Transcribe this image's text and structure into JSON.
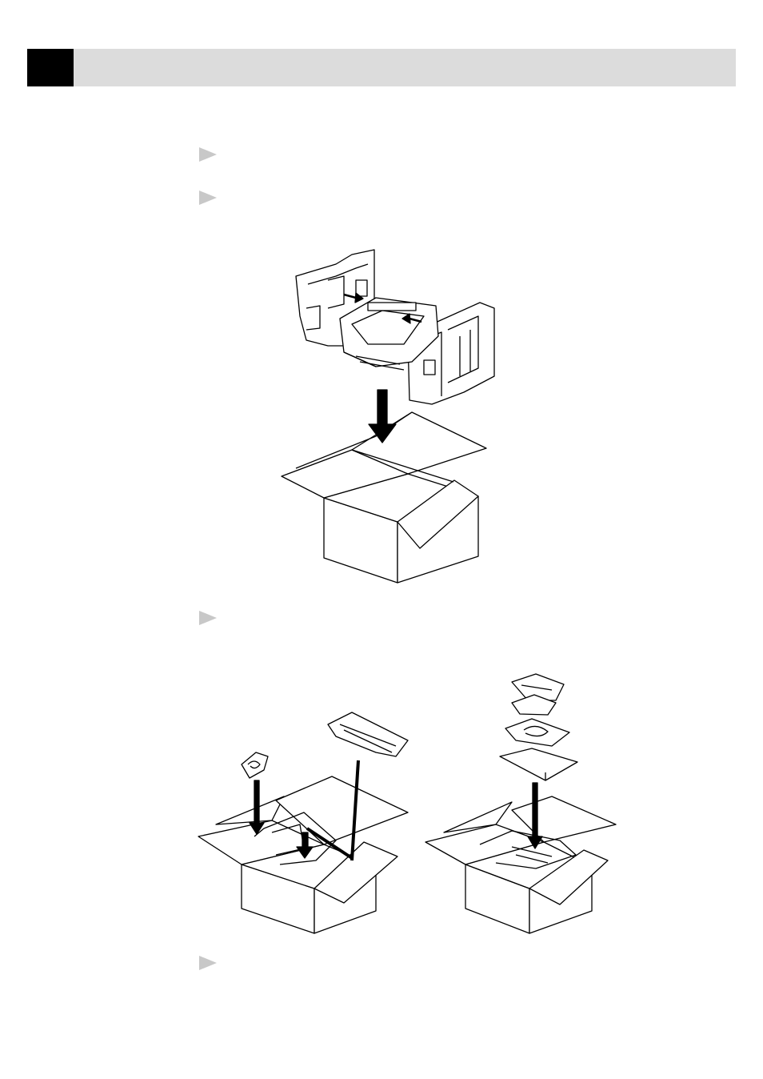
{
  "page": {
    "header": {
      "label": ""
    },
    "steps": [
      {
        "marker": "step-bullet-1",
        "text": ""
      },
      {
        "marker": "step-bullet-2",
        "text": ""
      },
      {
        "marker": "step-bullet-3",
        "text": ""
      },
      {
        "marker": "step-bullet-4",
        "text": ""
      }
    ]
  },
  "illustrations": {
    "fig1": {
      "icon": "fax-into-box-illustration"
    },
    "fig2": {
      "icon": "accessories-into-box-left-illustration"
    },
    "fig3": {
      "icon": "trays-into-box-right-illustration"
    }
  }
}
